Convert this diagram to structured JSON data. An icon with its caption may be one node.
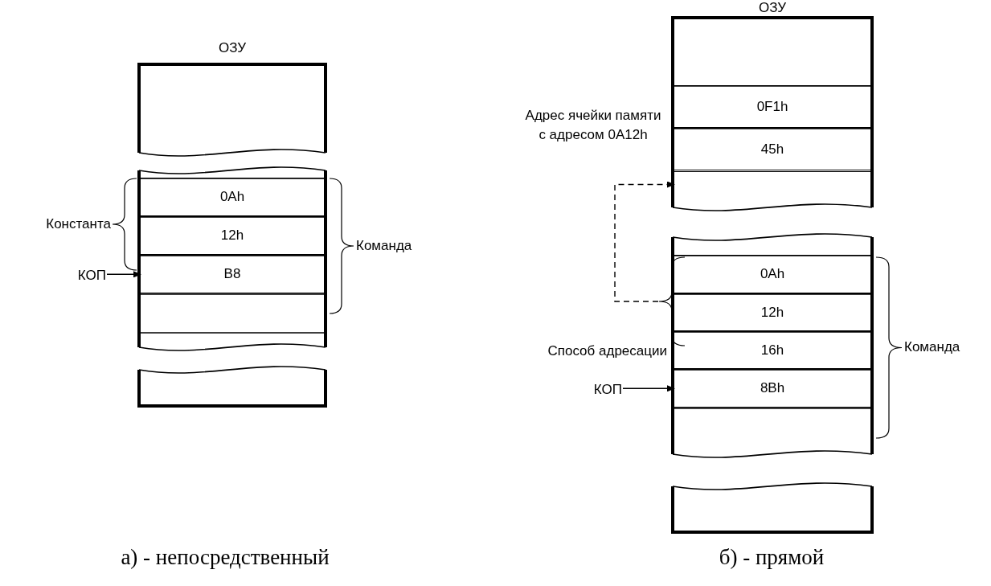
{
  "diagram": {
    "nodes": [
      {
        "text": [
          "ОЗУ"
        ]
      },
      {
        "text": [
          "0Ah"
        ],
        "in": 0
      },
      {
        "text": [
          "12h"
        ],
        "in": 0
      },
      {
        "text": [
          "B8"
        ],
        "in": 0
      },
      {
        "text": [
          "КОП"
        ]
      },
      {
        "text": [
          "ОЗУ"
        ]
      },
      {
        "text": [
          "0F1h"
        ],
        "in": 5
      },
      {
        "text": [
          "45h"
        ],
        "in": 5
      },
      {
        "text": [],
        "shape": "box",
        "in": 5
      },
      {
        "text": [
          "0Ah"
        ],
        "in": 5
      },
      {
        "text": [
          "12h"
        ],
        "in": 5
      },
      {
        "text": [
          "16h"
        ],
        "in": 5
      },
      {
        "text": [
          "8Bh"
        ],
        "in": 5
      },
      {
        "text": [
          "КОП"
        ]
      },
      {
        "text": [],
        "shape": "brace"
      }
    ],
    "edges": [
      {
        "from": 4,
        "to": 3,
        "arrow": "to"
      },
      {
        "from": 13,
        "to": 12,
        "arrow": "to"
      },
      {
        "from": 14,
        "to": 8,
        "arrow": "to",
        "style": "dashed"
      }
    ],
    "labels": [
      "Константа",
      "Команда",
      "Адрес ячейки памяти с адресом 0A12h",
      "Способ адресации",
      "Команда",
      "а) - непосредственный",
      "б) - прямой"
    ]
  }
}
